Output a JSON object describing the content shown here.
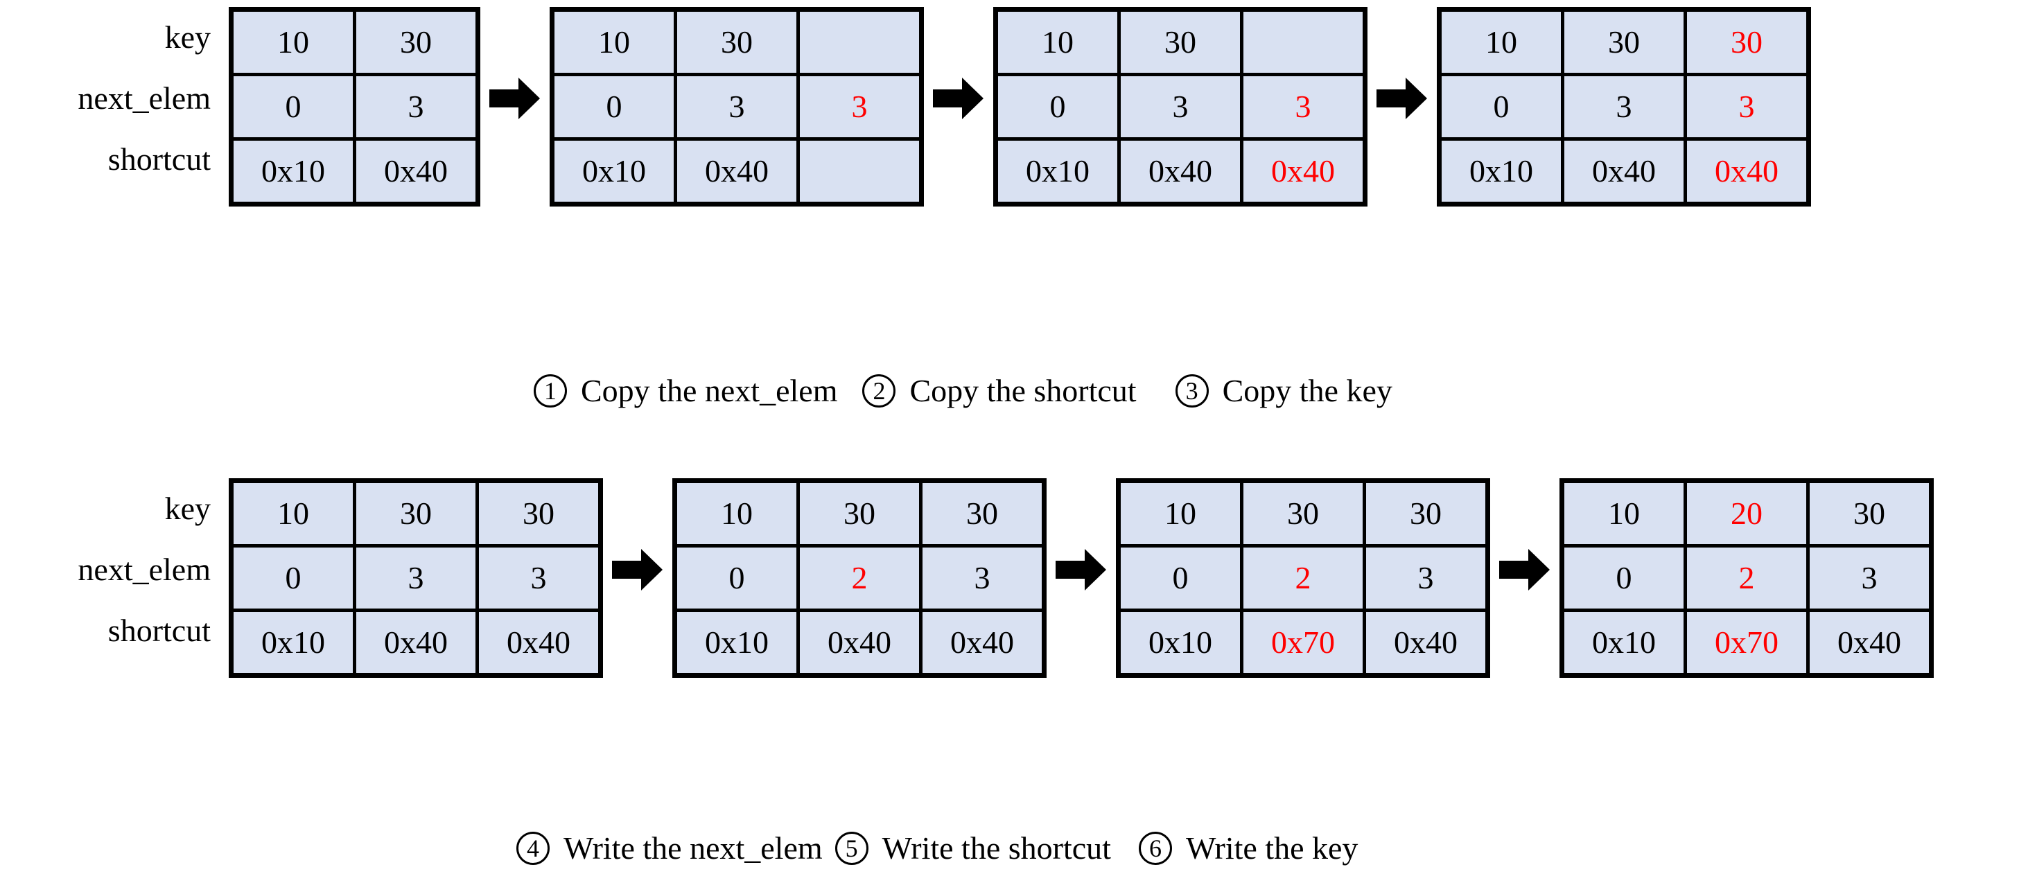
{
  "diagram": {
    "title_visible": false,
    "cell_fill_color": "#d9e1f2",
    "highlight_color": "#ff0000",
    "border_color": "#000000",
    "row_labels": [
      "key",
      "next_elem",
      "shortcut"
    ]
  },
  "sequences": [
    {
      "id": "row-1",
      "labels": [
        "key",
        "next_elem",
        "shortcut"
      ],
      "tables": [
        {
          "id": "t1",
          "columns": 2,
          "rows": [
            {
              "field": "key",
              "cells": [
                {
                  "value": "10",
                  "highlight": false
                },
                {
                  "value": "30",
                  "highlight": false
                }
              ]
            },
            {
              "field": "next_elem",
              "cells": [
                {
                  "value": "0",
                  "highlight": false
                },
                {
                  "value": "3",
                  "highlight": false
                }
              ]
            },
            {
              "field": "shortcut",
              "cells": [
                {
                  "value": "0x10",
                  "highlight": false
                },
                {
                  "value": "0x40",
                  "highlight": false
                }
              ]
            }
          ]
        },
        {
          "id": "t2",
          "columns": 3,
          "rows": [
            {
              "field": "key",
              "cells": [
                {
                  "value": "10",
                  "highlight": false
                },
                {
                  "value": "30",
                  "highlight": false
                },
                {
                  "value": "",
                  "highlight": false
                }
              ]
            },
            {
              "field": "next_elem",
              "cells": [
                {
                  "value": "0",
                  "highlight": false
                },
                {
                  "value": "3",
                  "highlight": false
                },
                {
                  "value": "3",
                  "highlight": true
                }
              ]
            },
            {
              "field": "shortcut",
              "cells": [
                {
                  "value": "0x10",
                  "highlight": false
                },
                {
                  "value": "0x40",
                  "highlight": false
                },
                {
                  "value": "",
                  "highlight": false
                }
              ]
            }
          ]
        },
        {
          "id": "t3",
          "columns": 3,
          "rows": [
            {
              "field": "key",
              "cells": [
                {
                  "value": "10",
                  "highlight": false
                },
                {
                  "value": "30",
                  "highlight": false
                },
                {
                  "value": "",
                  "highlight": false
                }
              ]
            },
            {
              "field": "next_elem",
              "cells": [
                {
                  "value": "0",
                  "highlight": false
                },
                {
                  "value": "3",
                  "highlight": false
                },
                {
                  "value": "3",
                  "highlight": true
                }
              ]
            },
            {
              "field": "shortcut",
              "cells": [
                {
                  "value": "0x10",
                  "highlight": false
                },
                {
                  "value": "0x40",
                  "highlight": false
                },
                {
                  "value": "0x40",
                  "highlight": true
                }
              ]
            }
          ]
        },
        {
          "id": "t4",
          "columns": 3,
          "rows": [
            {
              "field": "key",
              "cells": [
                {
                  "value": "10",
                  "highlight": false
                },
                {
                  "value": "30",
                  "highlight": false
                },
                {
                  "value": "30",
                  "highlight": true
                }
              ]
            },
            {
              "field": "next_elem",
              "cells": [
                {
                  "value": "0",
                  "highlight": false
                },
                {
                  "value": "3",
                  "highlight": false
                },
                {
                  "value": "3",
                  "highlight": true
                }
              ]
            },
            {
              "field": "shortcut",
              "cells": [
                {
                  "value": "0x10",
                  "highlight": false
                },
                {
                  "value": "0x40",
                  "highlight": false
                },
                {
                  "value": "0x40",
                  "highlight": true
                }
              ]
            }
          ]
        }
      ]
    },
    {
      "id": "row-2",
      "labels": [
        "key",
        "next_elem",
        "shortcut"
      ],
      "tables": [
        {
          "id": "t5",
          "columns": 3,
          "rows": [
            {
              "field": "key",
              "cells": [
                {
                  "value": "10",
                  "highlight": false
                },
                {
                  "value": "30",
                  "highlight": false
                },
                {
                  "value": "30",
                  "highlight": false
                }
              ]
            },
            {
              "field": "next_elem",
              "cells": [
                {
                  "value": "0",
                  "highlight": false
                },
                {
                  "value": "3",
                  "highlight": false
                },
                {
                  "value": "3",
                  "highlight": false
                }
              ]
            },
            {
              "field": "shortcut",
              "cells": [
                {
                  "value": "0x10",
                  "highlight": false
                },
                {
                  "value": "0x40",
                  "highlight": false
                },
                {
                  "value": "0x40",
                  "highlight": false
                }
              ]
            }
          ]
        },
        {
          "id": "t6",
          "columns": 3,
          "rows": [
            {
              "field": "key",
              "cells": [
                {
                  "value": "10",
                  "highlight": false
                },
                {
                  "value": "30",
                  "highlight": false
                },
                {
                  "value": "30",
                  "highlight": false
                }
              ]
            },
            {
              "field": "next_elem",
              "cells": [
                {
                  "value": "0",
                  "highlight": false
                },
                {
                  "value": "2",
                  "highlight": true
                },
                {
                  "value": "3",
                  "highlight": false
                }
              ]
            },
            {
              "field": "shortcut",
              "cells": [
                {
                  "value": "0x10",
                  "highlight": false
                },
                {
                  "value": "0x40",
                  "highlight": false
                },
                {
                  "value": "0x40",
                  "highlight": false
                }
              ]
            }
          ]
        },
        {
          "id": "t7",
          "columns": 3,
          "rows": [
            {
              "field": "key",
              "cells": [
                {
                  "value": "10",
                  "highlight": false
                },
                {
                  "value": "30",
                  "highlight": false
                },
                {
                  "value": "30",
                  "highlight": false
                }
              ]
            },
            {
              "field": "next_elem",
              "cells": [
                {
                  "value": "0",
                  "highlight": false
                },
                {
                  "value": "2",
                  "highlight": true
                },
                {
                  "value": "3",
                  "highlight": false
                }
              ]
            },
            {
              "field": "shortcut",
              "cells": [
                {
                  "value": "0x10",
                  "highlight": false
                },
                {
                  "value": "0x70",
                  "highlight": true
                },
                {
                  "value": "0x40",
                  "highlight": false
                }
              ]
            }
          ]
        },
        {
          "id": "t8",
          "columns": 3,
          "rows": [
            {
              "field": "key",
              "cells": [
                {
                  "value": "10",
                  "highlight": false
                },
                {
                  "value": "20",
                  "highlight": true
                },
                {
                  "value": "30",
                  "highlight": false
                }
              ]
            },
            {
              "field": "next_elem",
              "cells": [
                {
                  "value": "0",
                  "highlight": false
                },
                {
                  "value": "2",
                  "highlight": true
                },
                {
                  "value": "3",
                  "highlight": false
                }
              ]
            },
            {
              "field": "shortcut",
              "cells": [
                {
                  "value": "0x10",
                  "highlight": false
                },
                {
                  "value": "0x70",
                  "highlight": true
                },
                {
                  "value": "0x40",
                  "highlight": false
                }
              ]
            }
          ]
        }
      ]
    }
  ],
  "captions": {
    "row1": [
      {
        "number": "1",
        "text": "Copy the next_elem"
      },
      {
        "number": "2",
        "text": "Copy the shortcut"
      },
      {
        "number": "3",
        "text": "Copy the key"
      }
    ],
    "row2": [
      {
        "number": "4",
        "text": "Write the next_elem"
      },
      {
        "number": "5",
        "text": "Write the shortcut"
      },
      {
        "number": "6",
        "text": "Write the key"
      }
    ]
  },
  "icons": {
    "arrow": "right-block-arrow"
  }
}
